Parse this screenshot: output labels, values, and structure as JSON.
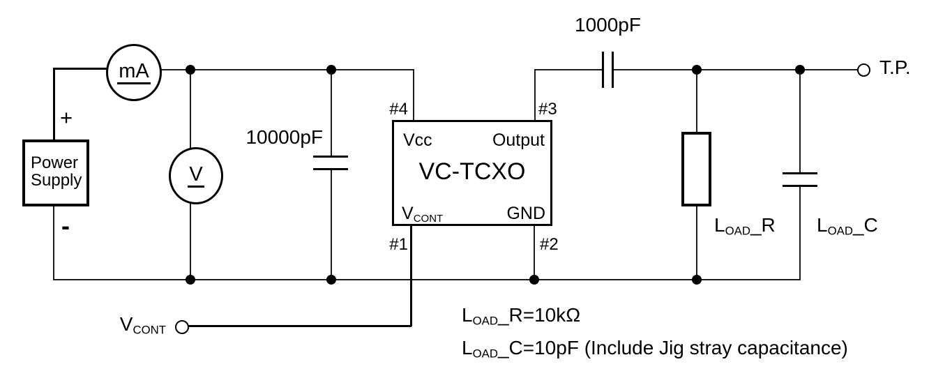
{
  "circuit": {
    "power_supply": {
      "line1": "Power",
      "line2": "Supply",
      "plus": "+",
      "minus": "-"
    },
    "meters": {
      "ammeter": "mA",
      "voltmeter": "V"
    },
    "capacitors": {
      "bypass": "10000pF",
      "coupling": "1000pF"
    },
    "ic": {
      "name": "VC-TCXO",
      "pin4": {
        "num": "#4",
        "label": "Vcc"
      },
      "pin3": {
        "num": "#3",
        "label": "Output"
      },
      "pin1": {
        "num": "#1",
        "label_main": "V",
        "label_sub": "CONT"
      },
      "pin2": {
        "num": "#2",
        "label": "GND"
      }
    },
    "loads": {
      "resistor": {
        "main": "L",
        "sub": "OAD",
        "rest": "_R"
      },
      "capacitor": {
        "main": "L",
        "sub": "OAD",
        "rest": "_C"
      }
    },
    "test_point": "T.P.",
    "vcont_input": {
      "main": "V",
      "sub": "CONT"
    },
    "notes": {
      "line1": {
        "main": "L",
        "sub": "OAD",
        "rest": "_R=10kΩ"
      },
      "line2": {
        "main": "L",
        "sub": "OAD",
        "rest": "_C=10pF (Include Jig stray capacitance)"
      }
    }
  }
}
